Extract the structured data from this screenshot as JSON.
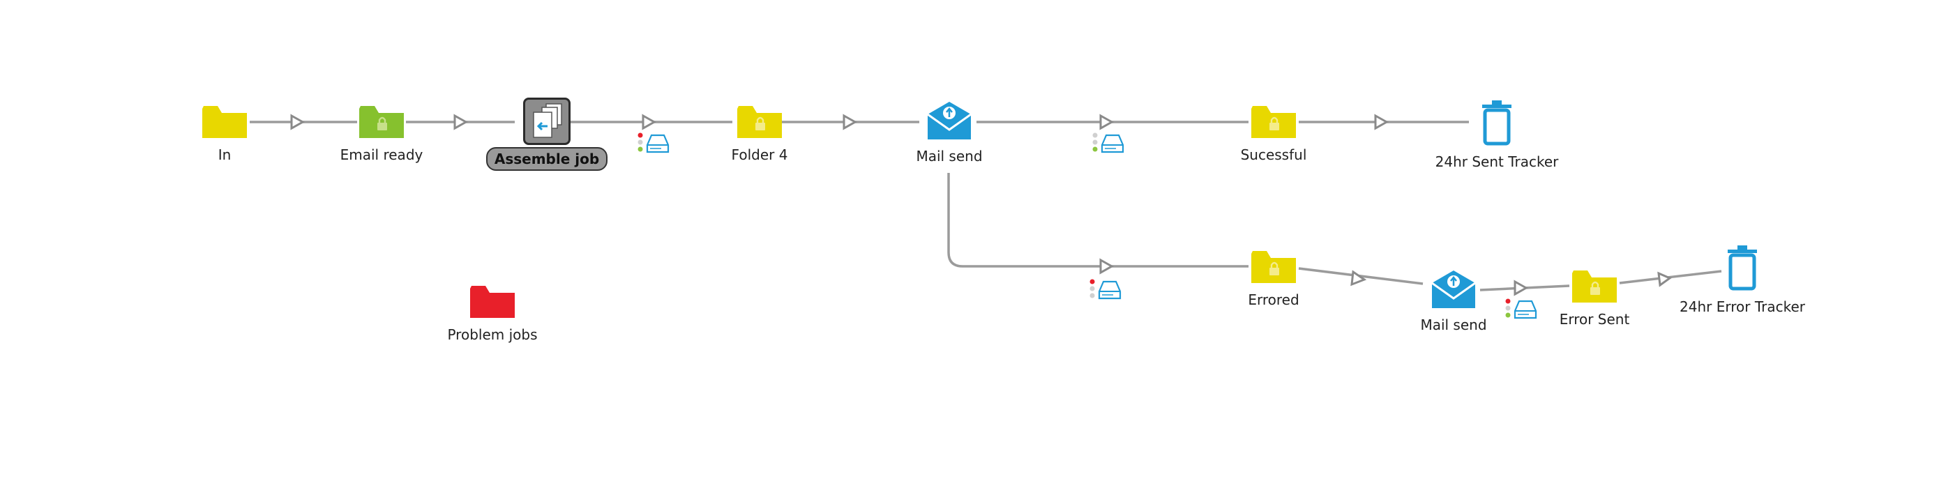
{
  "flow": {
    "nodes": [
      {
        "id": "in",
        "label": "In",
        "type": "folder",
        "color": "#e8d800"
      },
      {
        "id": "email_ready",
        "label": "Email ready",
        "type": "folder-locked",
        "color": "#86c12e"
      },
      {
        "id": "assemble_job",
        "label": "Assemble job",
        "type": "assemble",
        "selected": true
      },
      {
        "id": "folder4",
        "label": "Folder 4",
        "type": "folder-locked",
        "color": "#e8d800"
      },
      {
        "id": "mail_send_1",
        "label": "Mail send",
        "type": "mail",
        "color": "#1f9ad6"
      },
      {
        "id": "sucessful",
        "label": "Sucessful",
        "type": "folder-locked",
        "color": "#e8d800"
      },
      {
        "id": "sent_tracker",
        "label": "24hr Sent Tracker",
        "type": "trash",
        "color": "#1f9ad6"
      },
      {
        "id": "errored",
        "label": "Errored",
        "type": "folder-locked",
        "color": "#e8d800"
      },
      {
        "id": "mail_send_2",
        "label": "Mail send",
        "type": "mail",
        "color": "#1f9ad6"
      },
      {
        "id": "error_sent",
        "label": "Error Sent",
        "type": "folder-locked",
        "color": "#e8d800"
      },
      {
        "id": "error_tracker",
        "label": "24hr Error Tracker",
        "type": "trash",
        "color": "#1f9ad6"
      },
      {
        "id": "problem_jobs",
        "label": "Problem jobs",
        "type": "folder",
        "color": "#e8202a"
      }
    ],
    "colors": {
      "folder_yellow": "#e8d800",
      "folder_green": "#86c12e",
      "folder_red": "#e8202a",
      "icon_blue": "#1f9ad6",
      "wire": "#9b9b9b",
      "dot_red": "#e8202a",
      "dot_green": "#8cc63f",
      "dot_grey": "#d0d0d0"
    }
  }
}
